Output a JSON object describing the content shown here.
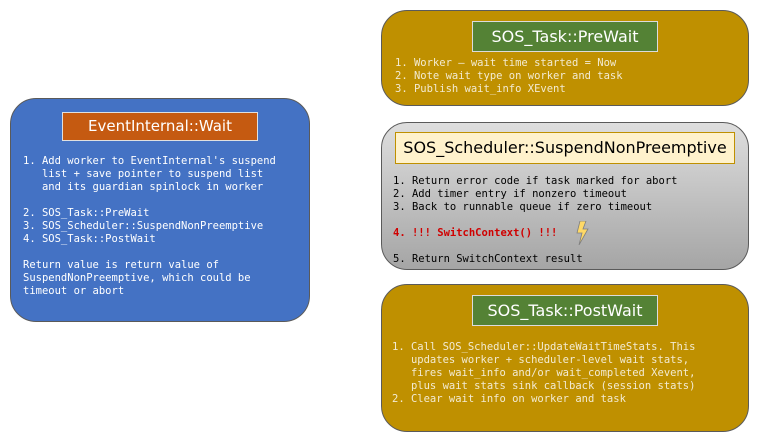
{
  "left_box": {
    "title": "EventInternal::Wait",
    "line1": "1. Add worker to EventInternal's suspend",
    "line2": "   list + save pointer to suspend list",
    "line3": "   and its guardian spinlock in worker",
    "line4": "2. SOS_Task::PreWait",
    "line5": "3. SOS_Scheduler::SuspendNonPreemptive",
    "line6": "4. SOS_Task::PostWait",
    "line7": "Return value is return value of",
    "line8": "SuspendNonPreemptive, which could be",
    "line9": "timeout or abort"
  },
  "prewait_box": {
    "title": "SOS_Task::PreWait",
    "line1": "1. Worker – wait time started = Now",
    "line2": "2. Note wait type on worker and task",
    "line3": "3. Publish wait_info XEvent"
  },
  "suspend_box": {
    "title": "SOS_Scheduler::SuspendNonPreemptive",
    "line1": "1. Return error code if task marked for abort",
    "line2": "2. Add timer entry if nonzero timeout",
    "line3": "3. Back to runnable queue if zero timeout",
    "line4": "4. !!! SwitchContext() !!!",
    "line5": "5. Return SwitchContext result",
    "bolt_icon": "lightning-bolt-icon"
  },
  "postwait_box": {
    "title": "SOS_Task::PostWait",
    "line1": "1. Call SOS_Scheduler::UpdateWaitTimeStats. This",
    "line2": "   updates worker + scheduler-level wait stats,",
    "line3": "   fires wait_info and/or wait_completed Xevent,",
    "line4": "   plus wait stats sink callback (session stats)",
    "line5": "2. Clear wait info on worker and task"
  }
}
